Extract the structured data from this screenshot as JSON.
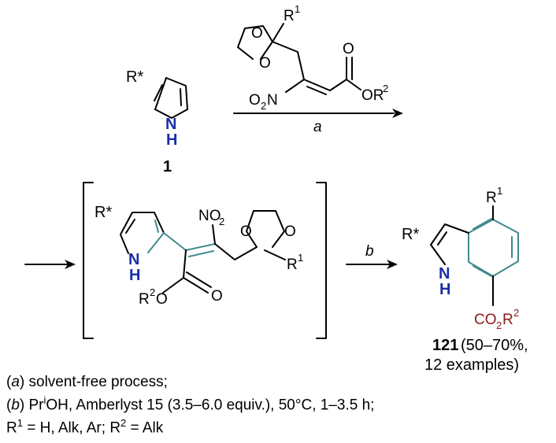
{
  "compound_1": "1",
  "compound_121": "121",
  "yield_text": "(50–70%,",
  "examples_text": "12 examples)",
  "step_a": "a",
  "step_b": "b",
  "atoms": {
    "R_star": "R*",
    "N": "N",
    "H": "H",
    "O": "O",
    "R": "R",
    "sup1": "1",
    "sup2": "2",
    "NO2_prefix": "O",
    "NO2_sub": "2",
    "NO2_N": "N",
    "NO2_top": "NO",
    "OR": "OR",
    "RO_O": "O",
    "CO": "CO"
  },
  "notes": {
    "a_letter": "a",
    "a_text": " solvent-free process;",
    "b_letter": "b",
    "b_text_1": " Pr",
    "b_sup": "i",
    "b_text_2": "OH, Amberlyst 15 (3.5–6.0 equiv.), 50°C, 1–3.5 h;",
    "r_line_1": "R",
    "r_sup_1": "1",
    "r_line_2": " = H, Alk, Ar; R",
    "r_sup_2": "2",
    "r_line_3": " = Alk"
  }
}
